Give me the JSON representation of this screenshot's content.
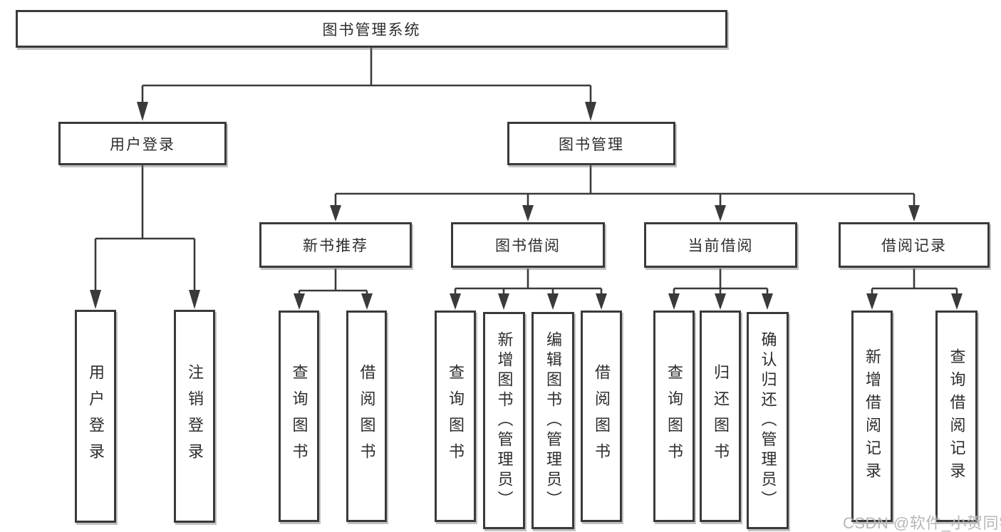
{
  "diagram": {
    "root": "图书管理系统",
    "user_login": {
      "label": "用户登录",
      "children": [
        "用户登录",
        "注销登录"
      ]
    },
    "book_management": {
      "label": "图书管理"
    },
    "new_book_recommend": {
      "label": "新书推荐",
      "children": [
        "查询图书",
        "借阅图书"
      ]
    },
    "book_borrow": {
      "label": "图书借阅",
      "children": [
        "查询图书",
        "新增图书（管理员）",
        "编辑图书（管理员）",
        "借阅图书"
      ]
    },
    "current_borrow": {
      "label": "当前借阅",
      "children": [
        "查询图书",
        "归还图书",
        "确认归还（管理员）"
      ]
    },
    "borrow_record": {
      "label": "借阅记录",
      "children": [
        "新增借阅记录",
        "查询借阅记录"
      ]
    },
    "watermark": "CSDN @软件_小贺同学",
    "colors": {
      "line": "#3a3a3a",
      "text": "#2d2d2d",
      "watermark": "#b8b8b8",
      "background": "#ffffff"
    }
  }
}
